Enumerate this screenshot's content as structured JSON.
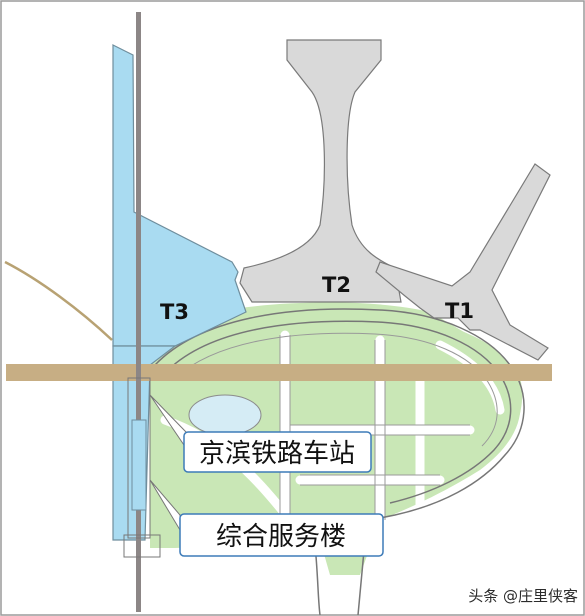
{
  "terminals": {
    "t1": "T1",
    "t2": "T2",
    "t3": "T3"
  },
  "callouts": {
    "railway_station": "京滨铁路车站",
    "service_building": "综合服务楼"
  },
  "watermark": {
    "text": "头条 @庄里侠客"
  },
  "colors": {
    "terminal_fill": "#d9d9d9",
    "t3_fill": "#a9dbf1",
    "greenery": "#c9e7b6",
    "rail_band": "#c7ae84",
    "rail_line": "#8c8686",
    "callout_border": "#3d7bb8",
    "road_outline": "#777777"
  },
  "icons": {
    "rail_band": "railway-band",
    "rail_line": "railway-line"
  }
}
